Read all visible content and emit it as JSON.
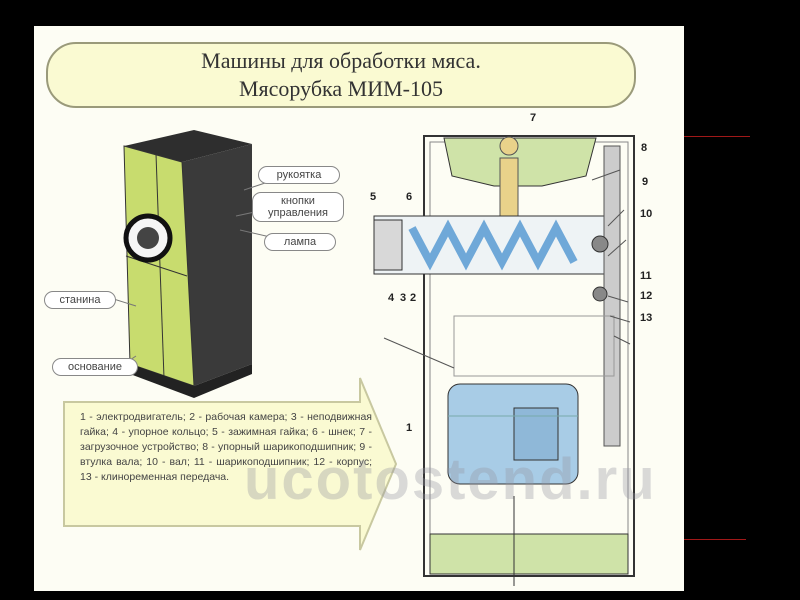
{
  "title": {
    "line1": "Машины для обработки мяса.",
    "line2": "Мясорубка МИМ-105"
  },
  "left_labels": {
    "handle": "рукоятка",
    "buttons": "кнопки управления",
    "lamp": "лампа",
    "frame": "станина",
    "base": "основание"
  },
  "legend_text": "1 - электродвигатель; 2 - рабочая камера; 3 - неподвижная гайка; 4 - упорное кольцо; 5 - зажимная гайка; 6 - шнек; 7 - загрузочное устройство; 8 - упорный шарикоподшипник; 9 - втулка вала; 10 - вал; 11 - шарикоподшипник; 12 - корпус; 13 - клиноременная передача.",
  "part_numbers": [
    "1",
    "2",
    "3",
    "4",
    "5",
    "6",
    "7",
    "8",
    "9",
    "10",
    "11",
    "12",
    "13"
  ],
  "watermark": "ucotostend.ru",
  "colors": {
    "poster_bg": "#fdfdf4",
    "title_bg": "#fafad2",
    "machine_green": "#c8dc6e",
    "motor_blue": "#a8cce6",
    "hopper_green": "#cfe3a8",
    "auger_blue": "#6fa8d8",
    "accent_red": "#a01818"
  }
}
